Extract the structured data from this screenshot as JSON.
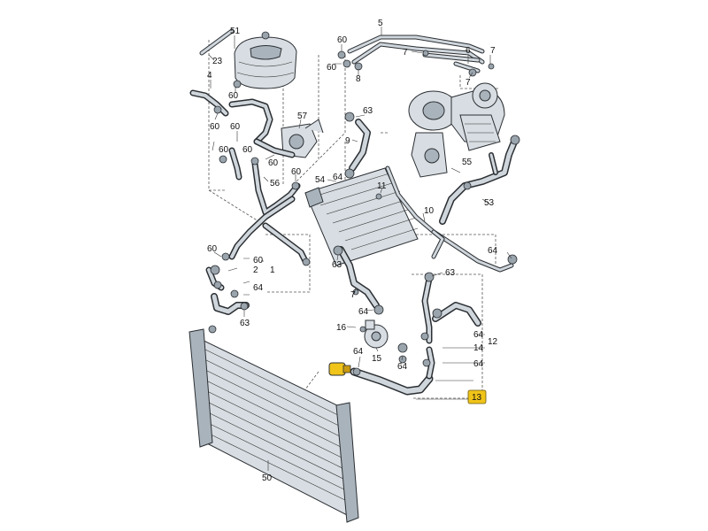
{
  "labels": {
    "p1": "1",
    "p2": "2",
    "p4": "4",
    "p5": "5",
    "p6": "6",
    "p7a": "7",
    "p7b": "7",
    "p7c": "7",
    "p8": "8",
    "p9": "9",
    "p10": "10",
    "p11": "11",
    "p12": "12",
    "p13": "13",
    "p14": "14",
    "p15": "15",
    "p16": "16",
    "p23": "23",
    "p50": "50",
    "p51": "51",
    "p53": "53",
    "p54": "54",
    "p55": "55",
    "p56": "56",
    "p57": "57",
    "p60a": "60",
    "p60b": "60",
    "p60c": "60",
    "p60d": "60",
    "p60e": "60",
    "p60f": "60",
    "p60g": "60",
    "p60h": "60",
    "p60i": "60",
    "p60j": "60",
    "p63a": "63",
    "p63b": "63",
    "p63c": "63",
    "p63d": "63",
    "p64a": "64",
    "p64b": "64",
    "p64c": "64",
    "p64d": "64",
    "p64e": "64",
    "p64f": "64",
    "p64g": "64",
    "p64h": "64"
  },
  "highlight": {
    "label_key": "p13",
    "color": "#f0c419"
  }
}
